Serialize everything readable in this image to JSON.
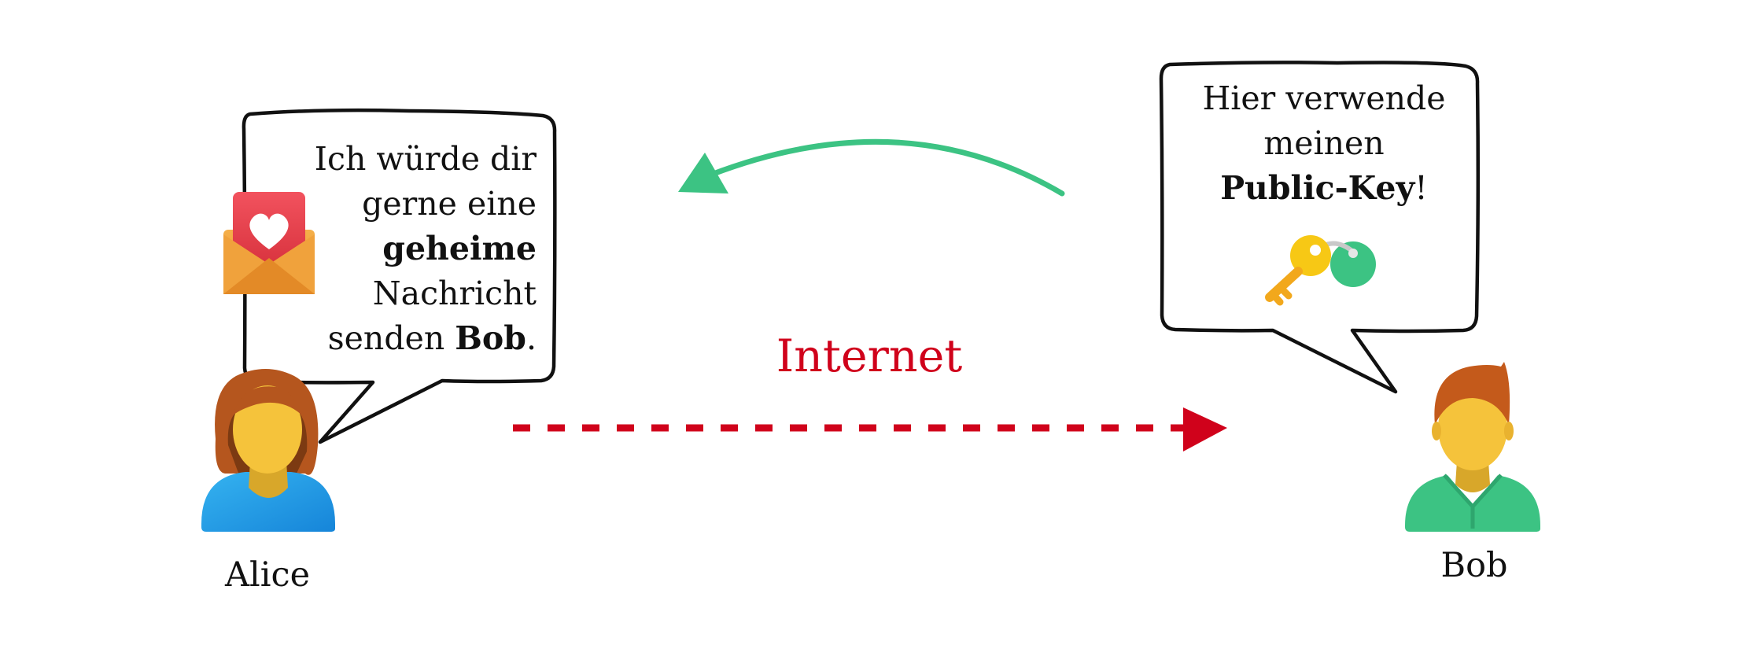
{
  "alice": {
    "name": "Alice",
    "speech": {
      "line1": "Ich würde dir",
      "line2": "gerne eine",
      "line3_bold": "geheime",
      "line4": "Nachricht",
      "line5_prefix": "senden ",
      "line5_bold": "Bob",
      "line5_suffix": "."
    }
  },
  "bob": {
    "name": "Bob",
    "speech": {
      "line1": "Hier verwende",
      "line2": "meinen",
      "line3_bold": "Public-Key",
      "line3_suffix": "!"
    }
  },
  "connection": {
    "label": "Internet"
  },
  "colors": {
    "internet_red": "#d0021b",
    "return_arrow_green": "#3cc383",
    "alice_shirt": "#2a9fe3",
    "bob_shirt": "#3cc383",
    "skin": "#f5c33b",
    "alice_hair": "#b5561e",
    "bob_hair": "#c45a1b",
    "envelope_body": "#f0a040",
    "envelope_letter": "#e8404f",
    "key_yellow": "#f7c815",
    "keyring_green": "#3cc383"
  },
  "icons": {
    "alice_avatar": "woman-avatar-icon",
    "bob_avatar": "man-avatar-icon",
    "message": "love-letter-envelope-icon",
    "public_key": "key-ring-icon"
  }
}
